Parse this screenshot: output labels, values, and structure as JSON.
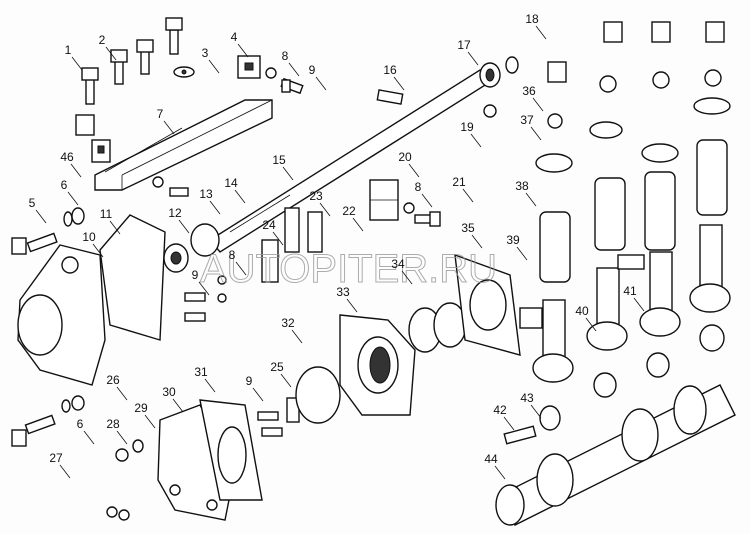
{
  "diagram": {
    "watermark": "AUTOPITER.RU",
    "callouts": [
      "1",
      "2",
      "3",
      "4",
      "8",
      "9",
      "7",
      "16",
      "17",
      "18",
      "19",
      "36",
      "37",
      "38",
      "46",
      "6",
      "5",
      "11",
      "10",
      "12",
      "13",
      "14",
      "15",
      "23",
      "22",
      "24",
      "20",
      "8",
      "21",
      "35",
      "34",
      "39",
      "41",
      "40",
      "9",
      "8",
      "33",
      "32",
      "25",
      "31",
      "30",
      "9",
      "26",
      "6",
      "27",
      "28",
      "29",
      "42",
      "43",
      "44"
    ]
  }
}
